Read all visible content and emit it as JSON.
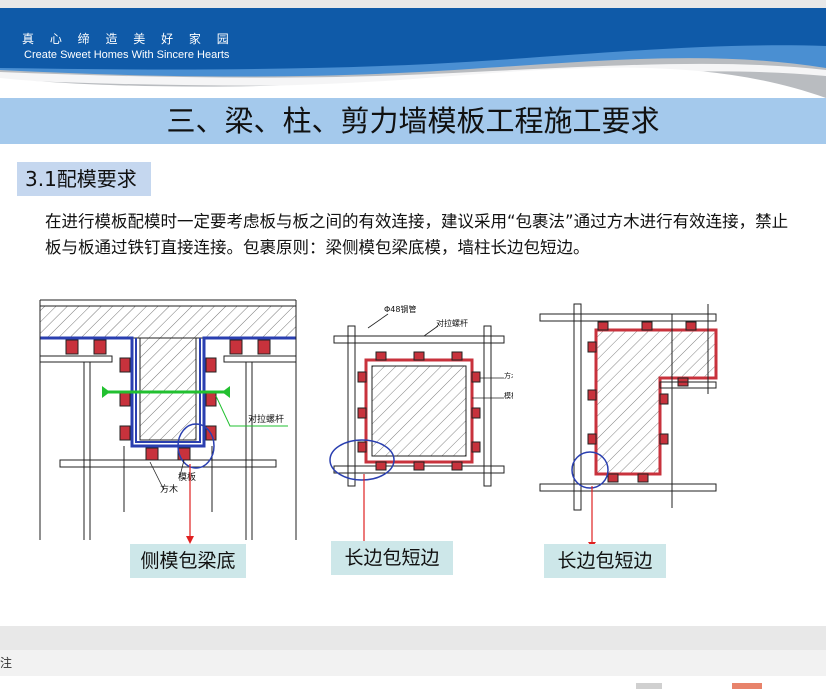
{
  "banner": {
    "slogan_cn": "真 心 缔 造 美 好 家 园",
    "slogan_en": "Create Sweet Homes With Sincere Hearts",
    "colors": {
      "dark_blue": "#0f5aa8",
      "light_blue": "#4a8fd2",
      "gray": "#b9bcc0"
    }
  },
  "slide": {
    "title": "三、梁、柱、剪力墙模板工程施工要求",
    "section": "3.1配模要求",
    "paragraph": "在进行模板配模时一定要考虑板与板之间的有效连接，建议采用“包裹法”通过方木进行有效连接，禁止板与板通过铁钉直接连接。包裹原则：梁侧模包梁底模，墙柱长边包短边。"
  },
  "diagrams": {
    "beam": {
      "labels": {
        "bolt": "对拉螺杆",
        "template": "模板",
        "timber": "方木"
      }
    },
    "column": {
      "labels": {
        "pipe": "Φ48钢管",
        "bolt": "对拉螺杆",
        "timber": "方木",
        "template": "模板"
      }
    }
  },
  "captions": {
    "c1": "侧模包梁底",
    "c2": "长边包短边",
    "c3": "长边包短边"
  },
  "footer": {
    "notes": "注"
  }
}
